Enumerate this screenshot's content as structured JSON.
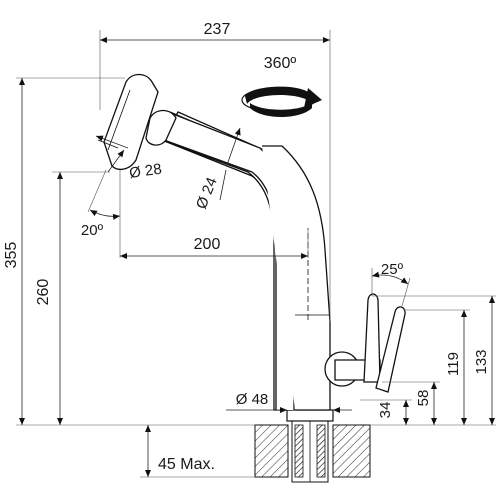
{
  "dimensions": {
    "width_total": "237",
    "rotation": "360º",
    "spray_diameter": "Ø 28",
    "spout_diameter": "Ø 24",
    "spray_angle": "20º",
    "reach": "200",
    "height_total": "355",
    "height_spout": "260",
    "lever_angle": "25º",
    "base_diameter": "Ø 48",
    "lever_height_133": "133",
    "lever_height_119": "119",
    "lever_height_58": "58",
    "lever_height_34": "34",
    "deck_thickness": "45 Max."
  },
  "colors": {
    "line": "#111111",
    "arrow_fill": "#111111",
    "hatch": "#333333"
  },
  "icons": {
    "rotation": "rotation-arrow-icon"
  }
}
